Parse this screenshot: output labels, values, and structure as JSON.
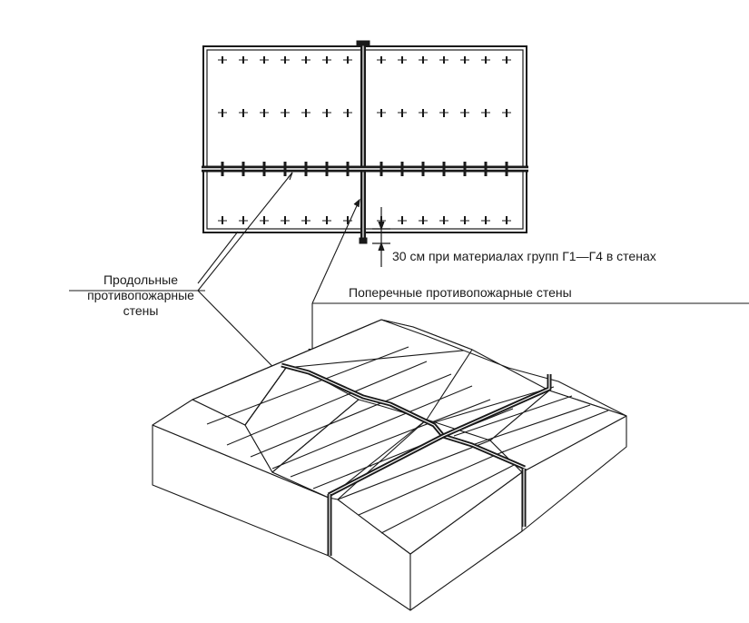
{
  "labels": {
    "longitudinal_line1": "Продольные",
    "longitudinal_line2": "противопожарные",
    "longitudinal_line3": "стены",
    "transverse": "Поперечные противопожарные стены",
    "dimension_note": "30 см при материалах групп Г1—Г4 в стенах"
  },
  "colors": {
    "ink": "#1a1a1a",
    "paper": "#ffffff"
  }
}
